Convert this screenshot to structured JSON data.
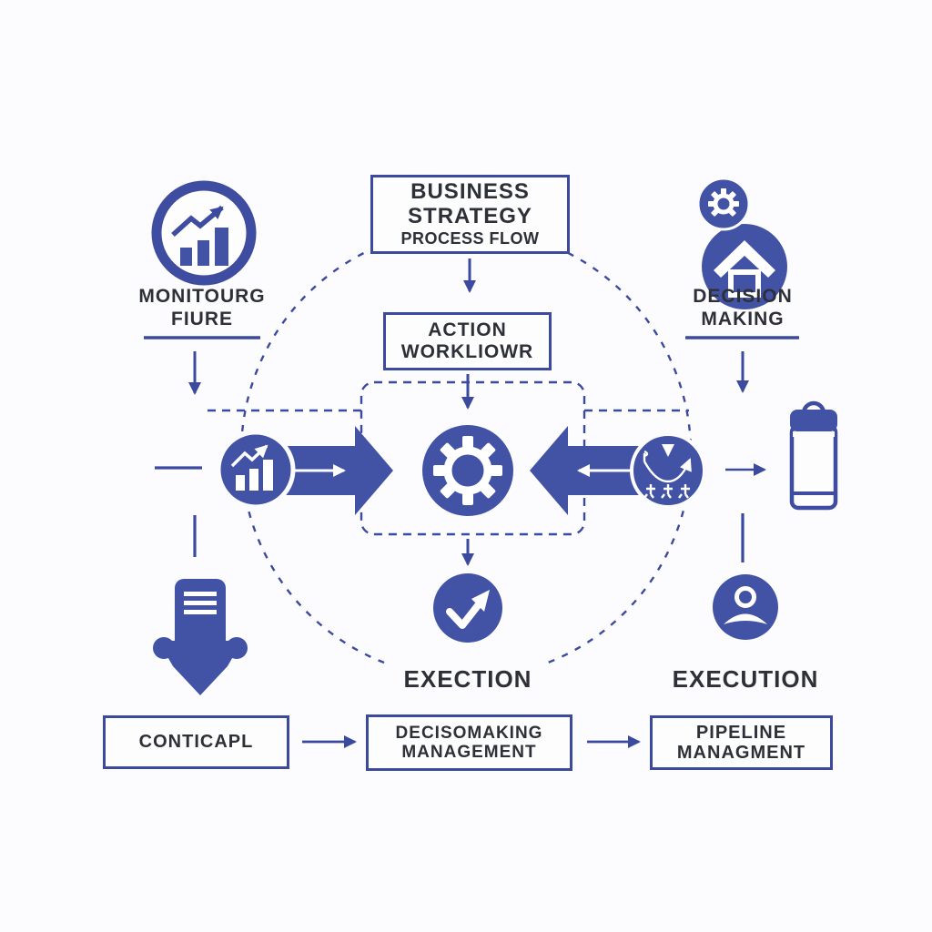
{
  "diagram_title": "BUSINESS STRATEGY PROCESS FLOW",
  "colors": {
    "accent_blue_fill": "#4253a6",
    "accent_blue_line": "#3c4a9e",
    "text_dark": "#2e3038",
    "background": "#fcfcfe",
    "icon_white": "#ffffff"
  },
  "header_box": {
    "line1": "BUSINESS",
    "line2": "STRATEGY",
    "line3": "PROCESS FLOW"
  },
  "action_box": {
    "line1": "ACTION",
    "line2": "WORKLIOWR"
  },
  "monitoring": {
    "line1": "MONITOURG",
    "line2": "FIURE"
  },
  "decision": {
    "line1": "DECISION",
    "line2": "MAKING"
  },
  "execution_center": {
    "label": "EXECTION"
  },
  "execution_right": {
    "label": "EXECUTION"
  },
  "bottom_boxes": {
    "box1": {
      "line1": "CONTICAPL"
    },
    "box2": {
      "line1": "DECISOMAKING",
      "line2": "MANAGEMENT"
    },
    "box3": {
      "line1": "PIPELINE",
      "line2": "MANAGMENT"
    }
  },
  "icons": {
    "top_left": "trend-chart-circle-icon",
    "top_right_small": "gear-badge-icon",
    "top_right_big": "house-circle-icon",
    "center_left": "trend-chart-filled-circle-icon",
    "center": "gear-circle-icon",
    "center_right": "process-sketch-circle-icon",
    "far_right": "bottle-icon",
    "bottom_left": "document-download-arrow-icon",
    "bottom_center": "check-arrow-circle-icon",
    "bottom_right": "person-circle-icon"
  }
}
